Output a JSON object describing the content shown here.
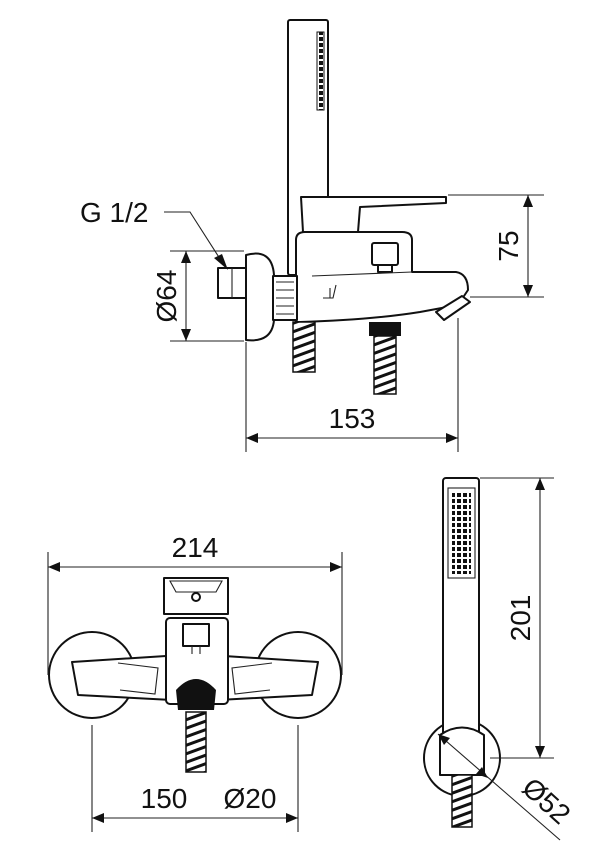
{
  "labels": {
    "thread": "G 1/2",
    "flange_diameter": "Ø64",
    "spout_height": "75",
    "projection": "153",
    "overall_width": "214",
    "centers": "150",
    "pipe_diameter": "Ø20",
    "shower_length": "201",
    "holder_diameter": "Ø52"
  }
}
